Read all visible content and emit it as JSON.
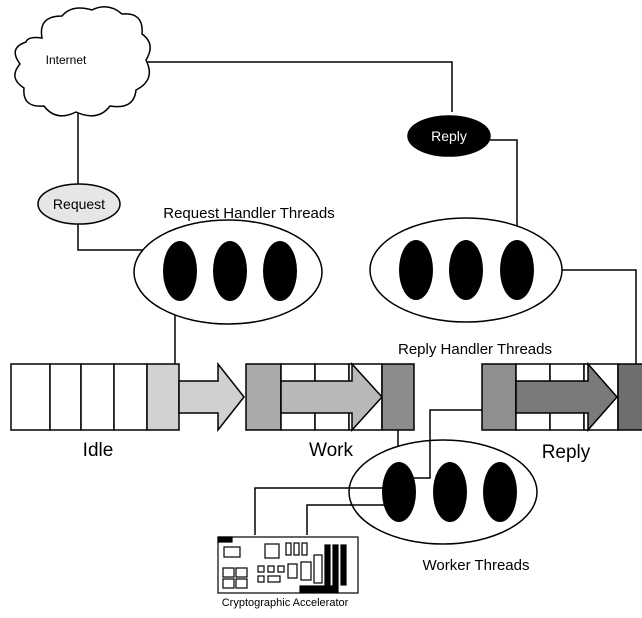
{
  "labels": {
    "internet": "Internet",
    "request": "Request",
    "reply_bubble": "Reply",
    "request_handler_threads": "Request Handler Threads",
    "reply_handler_threads": "Reply Handler Threads",
    "idle": "Idle",
    "work": "Work",
    "reply_queue": "Reply",
    "worker_threads": "Worker Threads",
    "crypto_accelerator": "Cryptographic Accelerator"
  },
  "colors": {
    "line": "#000000",
    "thread_fill": "#000000",
    "request_bubble": "#e6e6e6",
    "reply_bubble": "#000000",
    "idle_handoff": "#cfcfcf",
    "work_cell": "#a9a9a9",
    "work_arrow": "#b8b8b8",
    "work_end": "#8c8c8c",
    "reply_cell": "#8f8f8f",
    "reply_arrow": "#7a7a7a",
    "reply_end": "#6f6f6f"
  },
  "icons": {
    "cloud": "cloud-icon",
    "accelerator": "accelerator-card-icon"
  }
}
